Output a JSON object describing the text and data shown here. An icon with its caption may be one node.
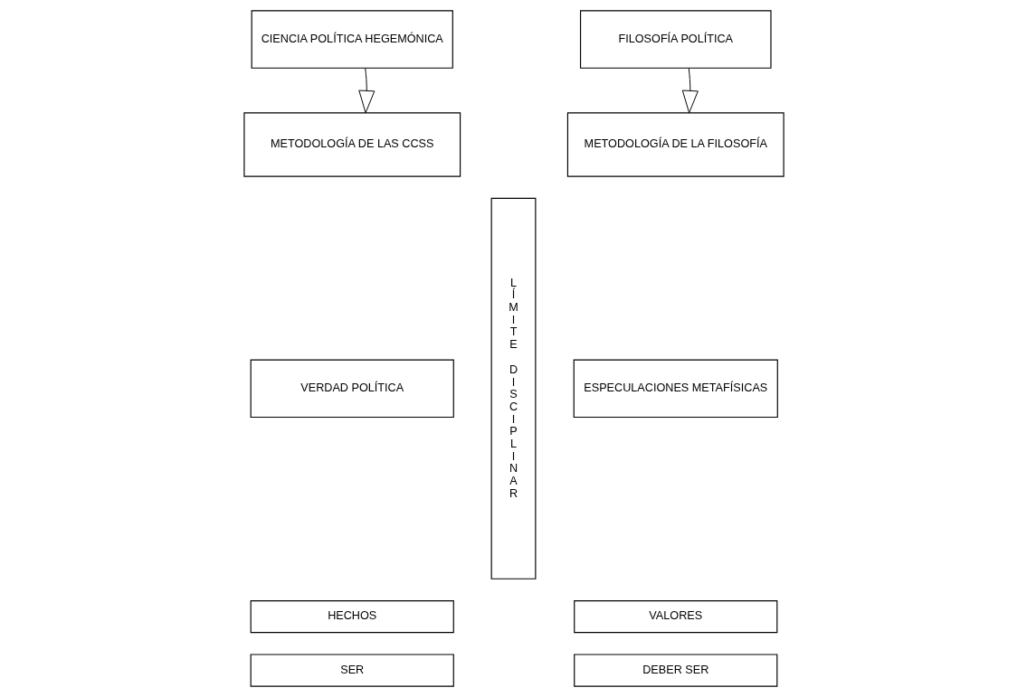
{
  "diagram": {
    "nodes": [
      {
        "text": [
          "CIENCIA POLÍTICA HEGEMÓNICA"
        ]
      },
      {
        "text": [
          "METODOLOGÍA DE LAS CCSS"
        ]
      },
      {
        "text": [
          "VERDAD POLÍTICA"
        ]
      },
      {
        "text": [
          "HECHOS"
        ]
      },
      {
        "text": [
          "SER"
        ]
      },
      {
        "text": [
          "LÍMITE DISCIPLINAR"
        ]
      },
      {
        "text": [
          "FILOSOFÍA POLÍTICA"
        ]
      },
      {
        "text": [
          "METODOLOGÍA DE LA FILOSOFÍA"
        ]
      },
      {
        "text": [
          "ESPECULACIONES METAFÍSICAS"
        ]
      },
      {
        "text": [
          "VALORES"
        ]
      },
      {
        "text": [
          "DEBER SER"
        ]
      }
    ],
    "edges": [
      {
        "from": 0,
        "to": 1,
        "arrow": "to"
      },
      {
        "from": 6,
        "to": 7,
        "arrow": "to"
      }
    ]
  }
}
